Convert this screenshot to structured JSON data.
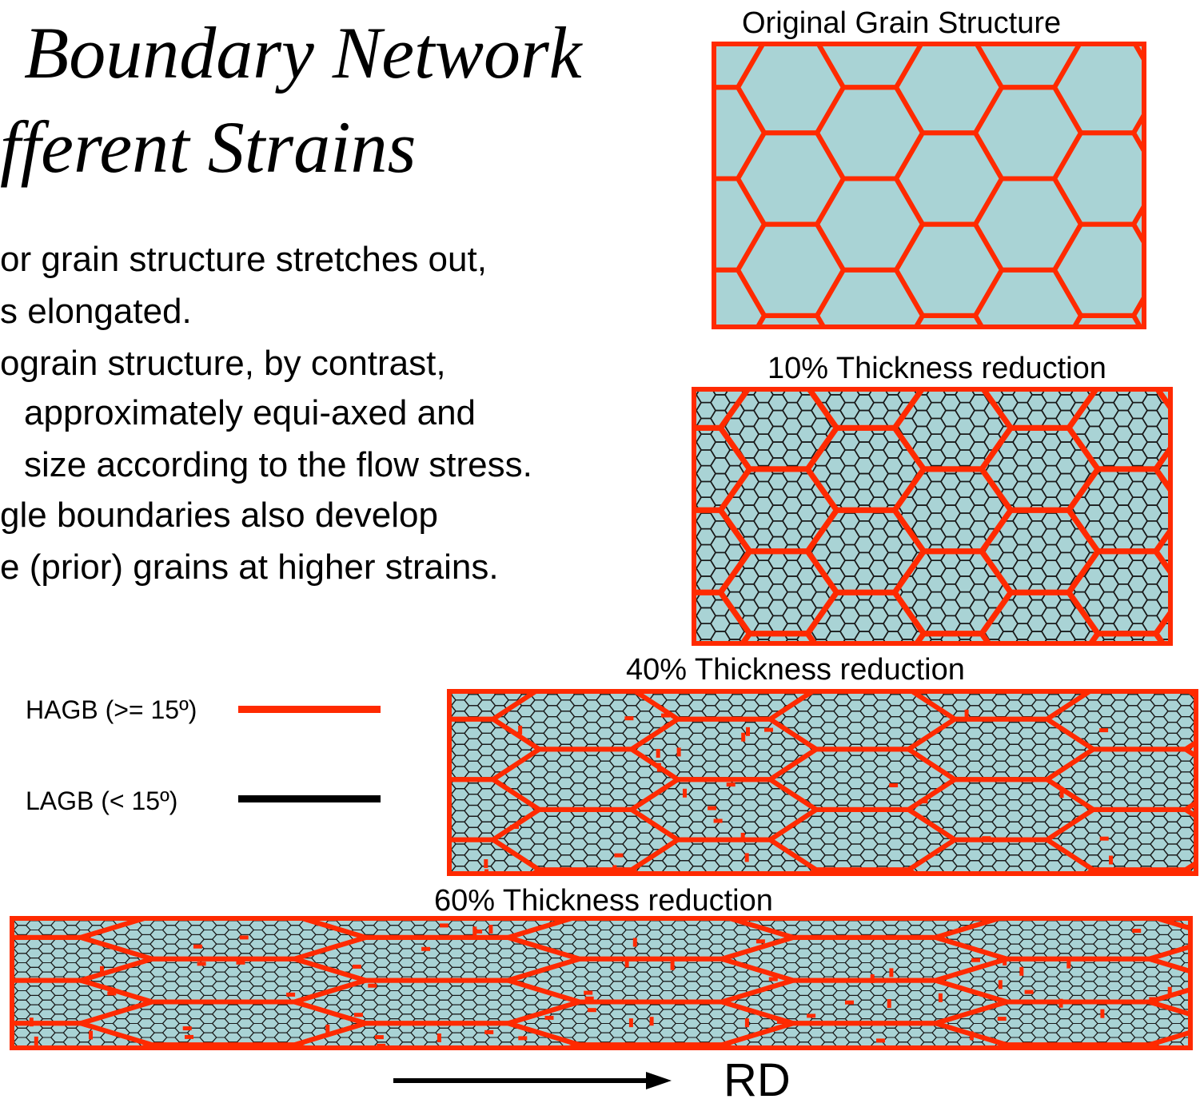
{
  "title": {
    "line1": "Boundary Network",
    "line2": "fferent Strains"
  },
  "bullets": [
    "or grain structure stretches out,",
    "s elongated.",
    "ograin structure, by contrast,",
    "approximately equi-axed and",
    "size according to the flow stress.",
    "gle boundaries also develop",
    "e (prior) grains at higher strains."
  ],
  "panels": [
    {
      "label": "Original Grain Structure",
      "thickness_reduction_pct": 0
    },
    {
      "label": "10% Thickness reduction",
      "thickness_reduction_pct": 10
    },
    {
      "label": "40% Thickness reduction",
      "thickness_reduction_pct": 40
    },
    {
      "label": "60% Thickness reduction",
      "thickness_reduction_pct": 60
    }
  ],
  "legend": {
    "hagb": {
      "label": "HAGB (>= 15º)",
      "color": "#ff2a00"
    },
    "lagb": {
      "label": "LAGB (< 15º)",
      "color": "#000000"
    }
  },
  "direction": {
    "label": "RD"
  },
  "colors": {
    "grain_fill": "#a9d3d5",
    "boundary": "#ff2a00",
    "subgrain": "#1a1a1a"
  }
}
